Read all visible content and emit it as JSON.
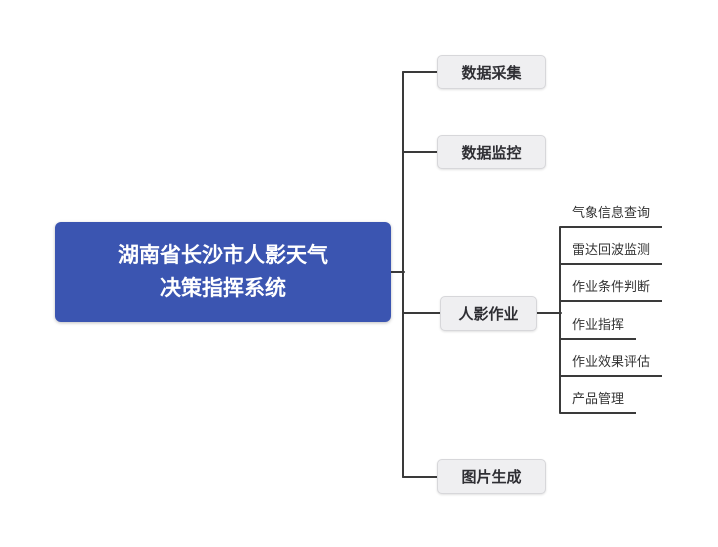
{
  "diagram": {
    "root": {
      "label_line1": "湖南省长沙市人影天气",
      "label_line2": "决策指挥系统",
      "bg_color": "#3b55b1",
      "text_color": "#ffffff"
    },
    "branches": [
      {
        "label": "数据采集"
      },
      {
        "label": "数据监控"
      },
      {
        "label": "人影作业",
        "children": [
          {
            "label": "气象信息查询"
          },
          {
            "label": "雷达回波监测"
          },
          {
            "label": "作业条件判断"
          },
          {
            "label": "作业指挥"
          },
          {
            "label": "作业效果评估"
          },
          {
            "label": "产品管理"
          }
        ]
      },
      {
        "label": "图片生成"
      }
    ],
    "branch_bg_color": "#efeff1",
    "line_color": "#3a3a3a"
  }
}
